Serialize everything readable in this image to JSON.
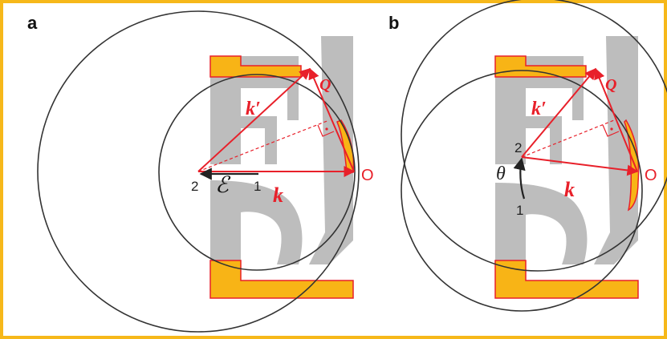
{
  "border_color": "#f6b81a",
  "vector_color": "#e8202a",
  "letter_gray": "#bdbdbd",
  "letter_yellow": "#f8b416",
  "panel_a": {
    "label": "a",
    "k_label": "k",
    "k_prime_label": "k′",
    "q_label": "Q",
    "origin_label": "O",
    "field_label": "ℰ",
    "field_start": "1",
    "field_end": "2"
  },
  "panel_b": {
    "label": "b",
    "k_label": "k",
    "k_prime_label": "k′",
    "q_label": "Q",
    "origin_label": "O",
    "angle_label": "θ",
    "arc_start": "1",
    "arc_end": "2"
  }
}
